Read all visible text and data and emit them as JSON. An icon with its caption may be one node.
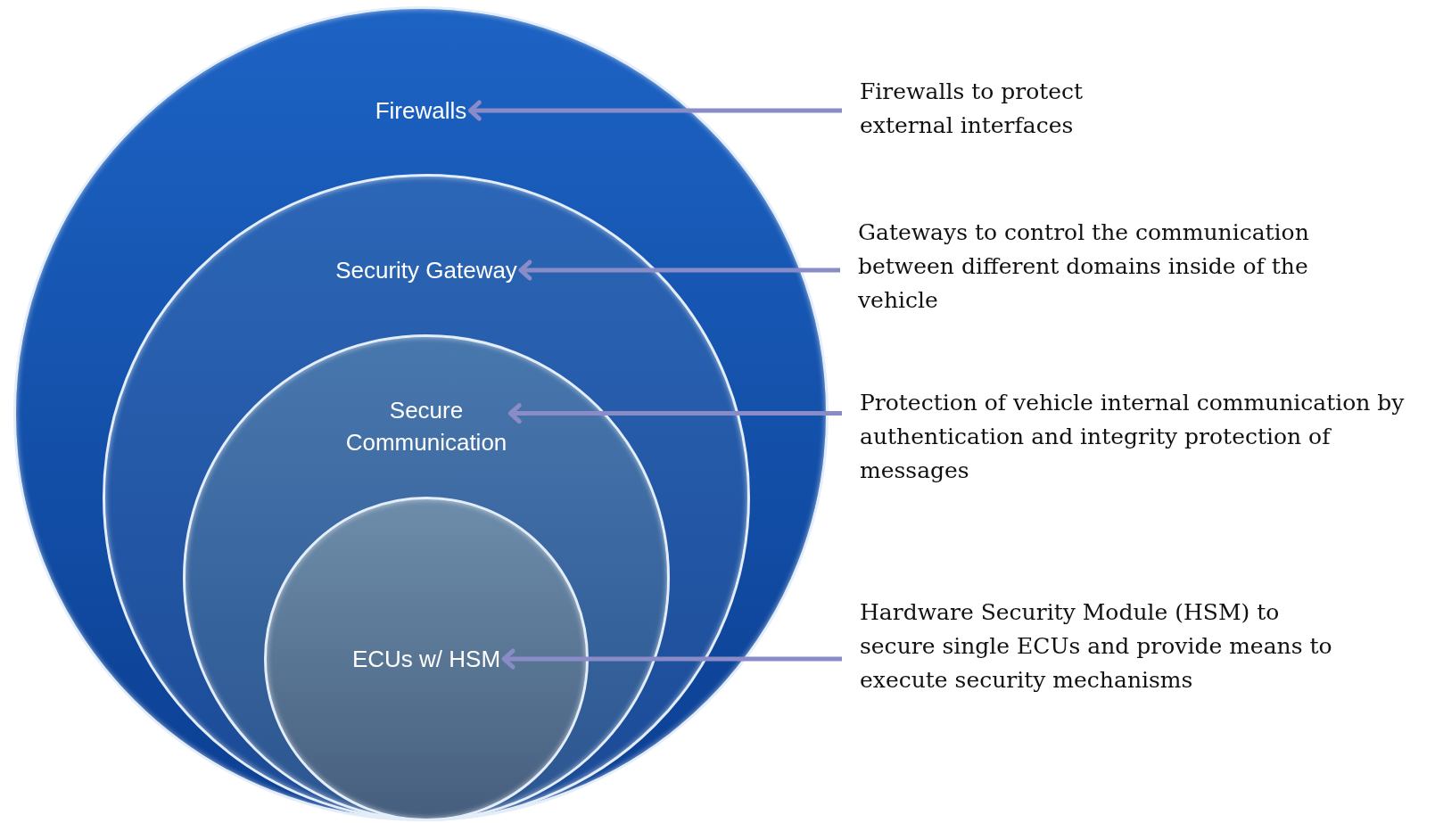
{
  "diagram": {
    "nodes": [
      {
        "text": [
          "Firewalls"
        ]
      },
      {
        "text": [
          "Security Gateway"
        ],
        "in": 0
      },
      {
        "text": [
          "Secure Communication"
        ],
        "in": 1
      },
      {
        "text": [
          "ECUs w/ HSM"
        ],
        "in": 2
      },
      {
        "text": [
          "Firewalls to protect external interfaces"
        ]
      },
      {
        "text": [
          "Gateways to control the communication between different domains inside of  the vehicle"
        ]
      },
      {
        "text": [
          "Protection of vehicle internal communication by authentication and integrity protection of messages"
        ]
      },
      {
        "text": [
          "Hardware Security Module (HSM) to secure single ECUs and provide means to execute security mechanisms"
        ]
      }
    ],
    "edges": [
      {
        "from": 4,
        "to": 0,
        "arrow": "to"
      },
      {
        "from": 5,
        "to": 1,
        "arrow": "to"
      },
      {
        "from": 6,
        "to": 2,
        "arrow": "to"
      },
      {
        "from": 7,
        "to": 3,
        "arrow": "to"
      }
    ]
  }
}
